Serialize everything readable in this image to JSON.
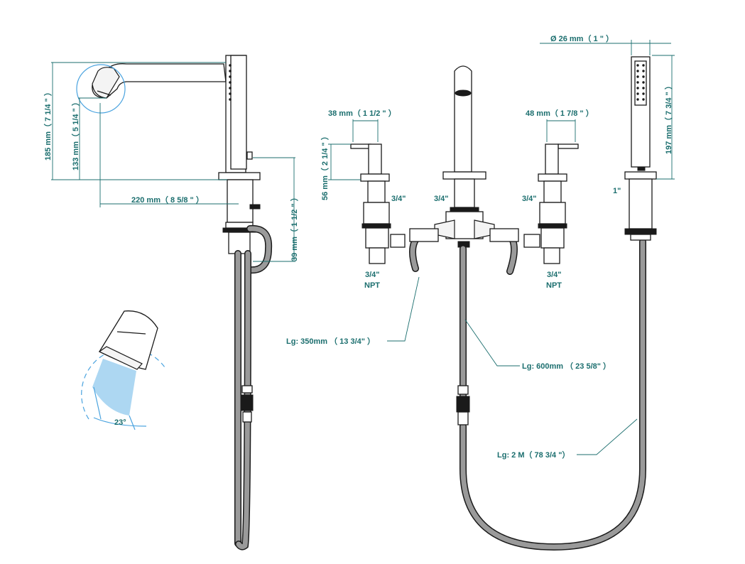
{
  "labels": {
    "diameter_handshower": "Ø  26 mm（ 1 \" ）",
    "height_total": "185 mm（ 7 1/4 \" ）",
    "height_spout": "133 mm（ 5 1/4 \" ）",
    "reach_spout": "220 mm（ 8 5/8 \" ）",
    "deck_thickness": "39 mm（ 1 1/2 \" ）",
    "handle_height": "56 mm（ 2 1/4 \" ）",
    "handle_left_width": "38 mm（ 1 1/2 \" ）",
    "handle_right_width": "48 mm（ 1 7/8 \" ）",
    "handshower_height": "197 mm（ 7 3/4 \" ）",
    "conn_left": "3/4\"",
    "conn_center": "3/4\"",
    "conn_right": "3/4\"",
    "npt_left_size": "3/4\"",
    "npt_left_type": "NPT",
    "npt_right_size": "3/4\"",
    "npt_right_type": "NPT",
    "holder_size": "1\"",
    "hose_350": "Lg: 350mm （ 13 3/4\" ）",
    "hose_600": "Lg: 600mm （ 23 5/8\" ）",
    "hose_2m": "Lg: 2 M（ 78 3/4 \"）",
    "spray_angle": "23°"
  }
}
